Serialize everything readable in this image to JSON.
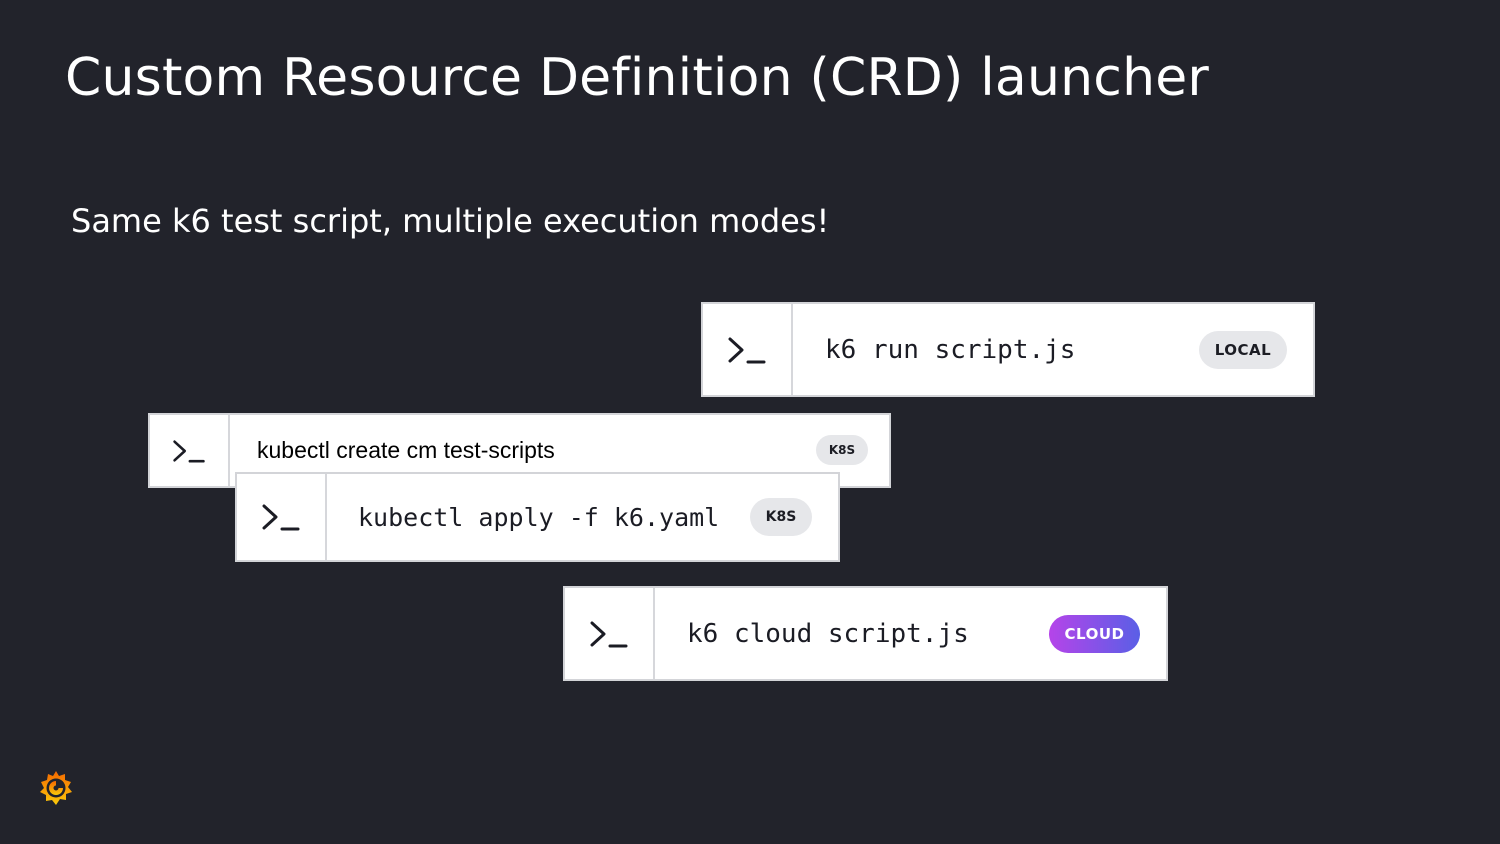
{
  "slide": {
    "title": "Custom Resource Definition (CRD) launcher",
    "subtitle": "Same k6 test script, multiple execution modes!"
  },
  "commands": {
    "local": {
      "text": "k6 run script.js",
      "badge": "LOCAL",
      "icon": "terminal-prompt-icon"
    },
    "create": {
      "text": "kubectl create cm test-scripts",
      "badge": "K8S",
      "icon": "terminal-prompt-icon"
    },
    "apply": {
      "text": "kubectl apply -f k6.yaml",
      "badge": "K8S",
      "icon": "terminal-prompt-icon"
    },
    "cloud": {
      "text": "k6 cloud script.js",
      "badge": "CLOUD",
      "icon": "terminal-prompt-icon"
    }
  },
  "colors": {
    "background": "#22232b",
    "card": "#ffffff",
    "badge_neutral": "#e6e7ea",
    "badge_cloud_start": "#b544e9",
    "badge_cloud_end": "#5a5fe6",
    "logo_primary": "#f46800",
    "logo_secondary": "#fbca0a"
  },
  "logo": {
    "icon": "grafana-logo-icon"
  }
}
